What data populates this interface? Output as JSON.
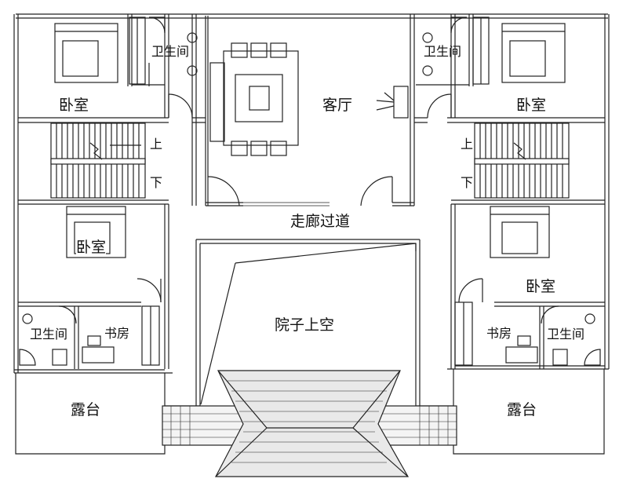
{
  "rooms": {
    "bedroom_tl": "卧室",
    "bath_tl": "卫生间",
    "living_room": "客厅",
    "bath_tr": "卫生间",
    "bedroom_tr": "卧室",
    "stair_l_up": "上",
    "stair_l_down": "下",
    "stair_r_up": "上",
    "stair_r_down": "下",
    "corridor": "走廊过道",
    "bedroom_ml": "卧室",
    "bedroom_mr": "卧室",
    "courtyard_void": "院子上空",
    "bath_bl": "卫生间",
    "study_l": "书房",
    "study_r": "书房",
    "bath_br": "卫生间",
    "terrace_l": "露台",
    "terrace_r": "露台"
  }
}
